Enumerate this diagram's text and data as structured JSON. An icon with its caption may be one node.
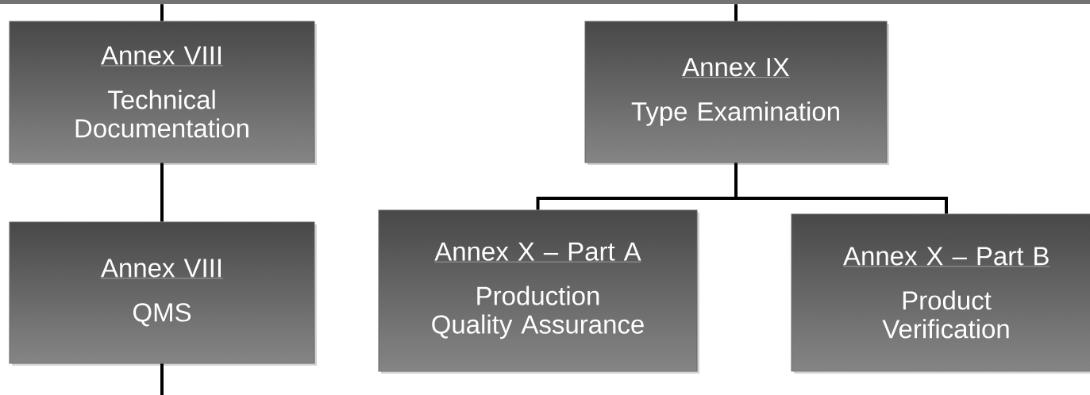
{
  "diagram": {
    "nodes": [
      {
        "text": [],
        "shape": "bar"
      },
      {
        "text": [
          "Annex VIII",
          "Technical Documentation"
        ]
      },
      {
        "text": [
          "Annex IX",
          "Type Examination"
        ]
      },
      {
        "text": [
          "Annex VIII",
          "QMS"
        ]
      },
      {
        "text": [
          "Annex X – Part A",
          "Production Quality Assurance"
        ]
      },
      {
        "text": [
          "Annex X – Part B",
          "Product Verification"
        ]
      }
    ],
    "edges": [
      {
        "from": 0,
        "to": 1,
        "arrow": "none"
      },
      {
        "from": 0,
        "to": 2,
        "arrow": "none"
      },
      {
        "from": 1,
        "to": 3,
        "arrow": "none"
      },
      {
        "from": 2,
        "to": 4,
        "arrow": "none"
      },
      {
        "from": 2,
        "to": 5,
        "arrow": "none"
      },
      {
        "from": 3,
        "to": null,
        "arrow": "none"
      }
    ]
  }
}
